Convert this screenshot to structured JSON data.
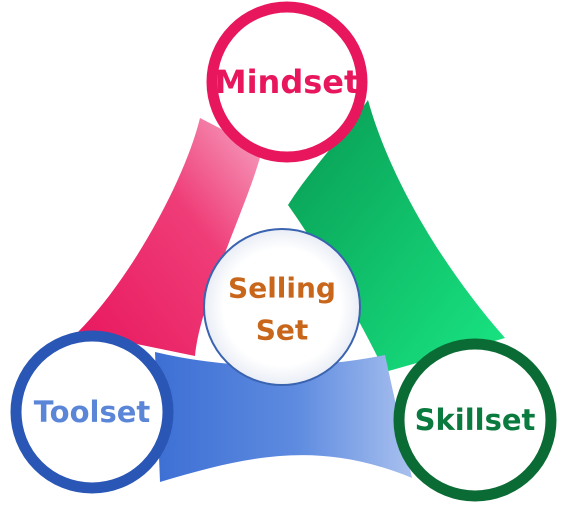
{
  "diagram": {
    "nodes": {
      "mindset": {
        "label": "Mindset",
        "color": "#e8175d"
      },
      "toolset": {
        "label": "Toolset",
        "color": "#5b86d8"
      },
      "skillset": {
        "label": "Skillset",
        "color": "#0a7a3e"
      },
      "center": {
        "line1": "Selling",
        "line2": "Set",
        "color": "#c8671c"
      }
    },
    "ring_colors": {
      "mindset": "#e8175d",
      "toolset": "#2a56b6",
      "skillset": "#0b6b35",
      "center": "#3a63b0"
    },
    "band_colors": {
      "pink": "#ef2f6e",
      "pink_light": "#f48cb0",
      "green": "#0aa85a",
      "green_light": "#16e07c",
      "blue": "#4a7fdc",
      "blue_light": "#9cb8ec"
    }
  }
}
